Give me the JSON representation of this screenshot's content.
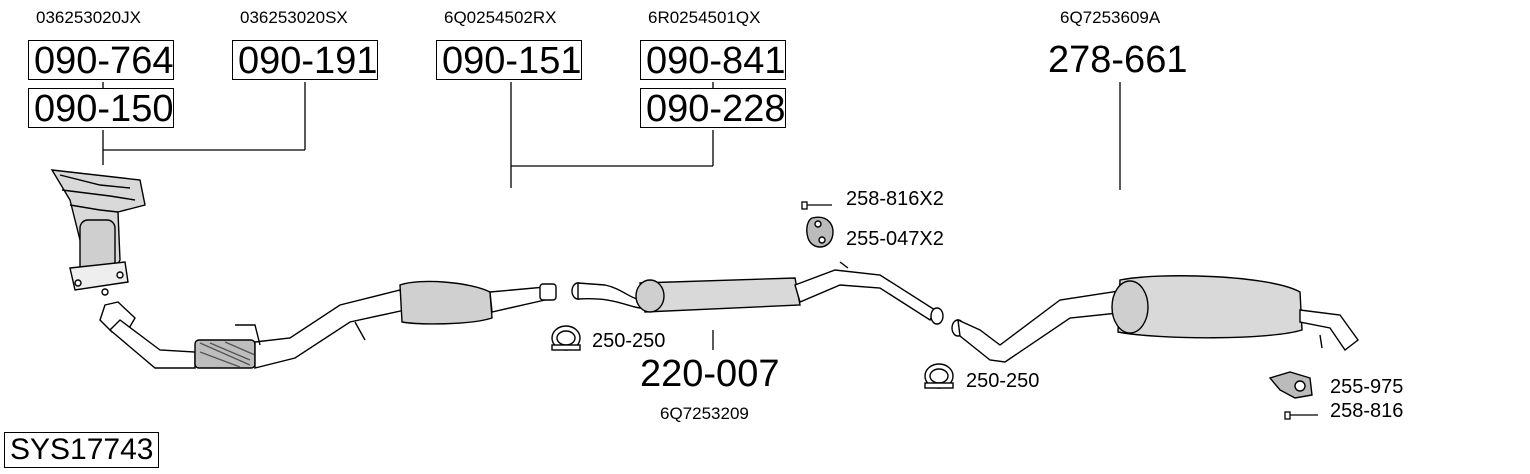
{
  "oe_numbers": {
    "manifold_a": "036253020JX",
    "manifold_b": "036253020SX",
    "front_a": "6Q0254502RX",
    "front_b": "6R0254501QX",
    "rear": "6Q7253609A",
    "middle": "6Q7253209"
  },
  "part_numbers": {
    "p090_764": "090-764",
    "p090_150": "090-150",
    "p090_191": "090-191",
    "p090_151": "090-151",
    "p090_841": "090-841",
    "p090_228": "090-228",
    "p278_661": "278-661",
    "p220_007": "220-007"
  },
  "accessories": {
    "bolt_top": "258-816X2",
    "hanger_top": "255-047X2",
    "clamp_left": "250-250",
    "clamp_right": "250-250",
    "hanger_rear": "255-975",
    "bolt_rear": "258-816"
  },
  "system_id": "SYS17743"
}
